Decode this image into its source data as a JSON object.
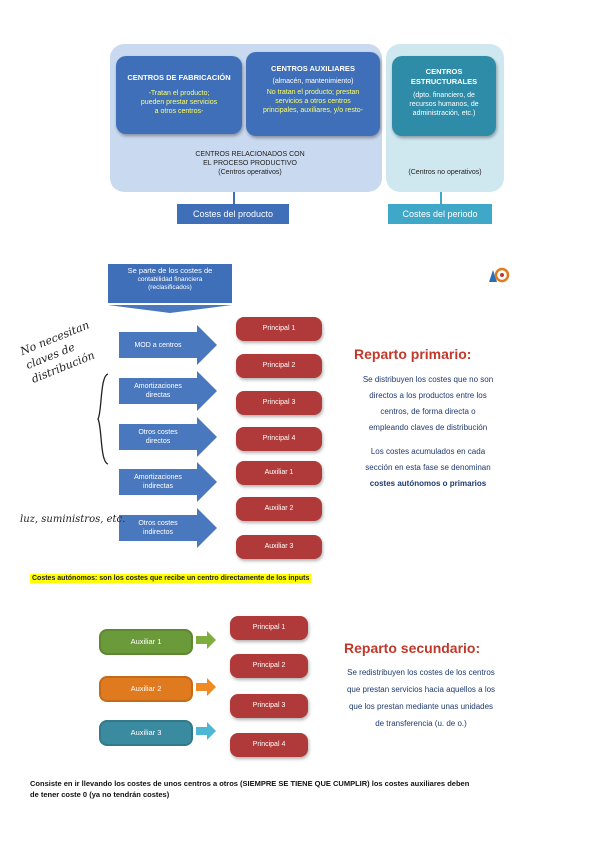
{
  "section1": {
    "fabricacion": {
      "title": "CENTROS DE FABRICACIÓN",
      "desc1": "-Tratan el producto;",
      "desc2": "pueden prestar servicios",
      "desc3": "a otros centros-"
    },
    "auxiliares": {
      "title": "CENTROS AUXILIARES",
      "desc1": "(almacén, mantenimiento)",
      "desc2": "No tratan el producto; prestan",
      "desc3": "servicios a otros centros",
      "desc4": "principales, auxiliares, y/o resto-"
    },
    "estructurales": {
      "title1": "CENTROS",
      "title2": "ESTRUCTURALES",
      "desc1": "(dpto. financiero, de",
      "desc2": "recursos humanos, de",
      "desc3": "administración, etc.)"
    },
    "relacionados": {
      "line1": "CENTROS RELACIONADOS CON",
      "line2": "EL PROCESO PRODUCTIVO",
      "line3": "(Centros operativos)"
    },
    "no_operativos": "(Centros no operativos)",
    "costes_producto": "Costes del producto",
    "costes_periodo": "Costes del periodo"
  },
  "section2": {
    "header": {
      "line1": "Se parte de los costes de",
      "line2": "contabilidad financiera",
      "line3": "(reclasificados)"
    },
    "arrows": [
      {
        "label": "MOD a centros"
      },
      {
        "label": "Amortizaciones directas"
      },
      {
        "label": "Otros costes directos"
      },
      {
        "label": "Amortizaciones indirectas"
      },
      {
        "label": "Otros costes indirectos"
      }
    ],
    "centers": [
      "Principal 1",
      "Principal 2",
      "Principal 3",
      "Principal 4",
      "Auxiliar 1",
      "Auxiliar 2",
      "Auxiliar 3"
    ],
    "handwritten_1": "No necesitan claves de distribución",
    "handwritten_2": "luz, suministros, etc.",
    "reparto_title": "Reparto primario:",
    "text": {
      "l1": "Se distribuyen los costes que  no son",
      "l2": "directos a los productos entre los",
      "l3": "centros, de forma directa o",
      "l4": "empleando claves de distribución",
      "l5": "Los costes acumulados en cada",
      "l6": "sección en esta fase se denominan",
      "l7": "costes autónomos o primarios"
    },
    "highlight": "Costes autónomos: son los costes que recibe un centro directamente de los inputs"
  },
  "section3": {
    "aux": [
      {
        "label": "Auxiliar 1",
        "color": "#6b9a3a"
      },
      {
        "label": "Auxiliar 2",
        "color": "#e07a1f"
      },
      {
        "label": "Auxiliar 3",
        "color": "#3a8aa0"
      }
    ],
    "principals": [
      "Principal 1",
      "Principal 2",
      "Principal 3",
      "Principal 4"
    ],
    "reparto_title": "Reparto secundario:",
    "text": {
      "l1": "Se redistribuyen los costes de los centros",
      "l2": "que prestan servicios hacia aquellos a los",
      "l3": "que los prestan mediante unas unidades",
      "l4": "de transferencia (u. de o.)"
    },
    "note_line1": "Consiste en ir llevando los costes de unos centros a otros (SIEMPRE SE TIENE QUE CUMPLIR) los costes auxiliares deben",
    "note_line2": "de tener coste 0 (ya no tendrán costes)"
  }
}
